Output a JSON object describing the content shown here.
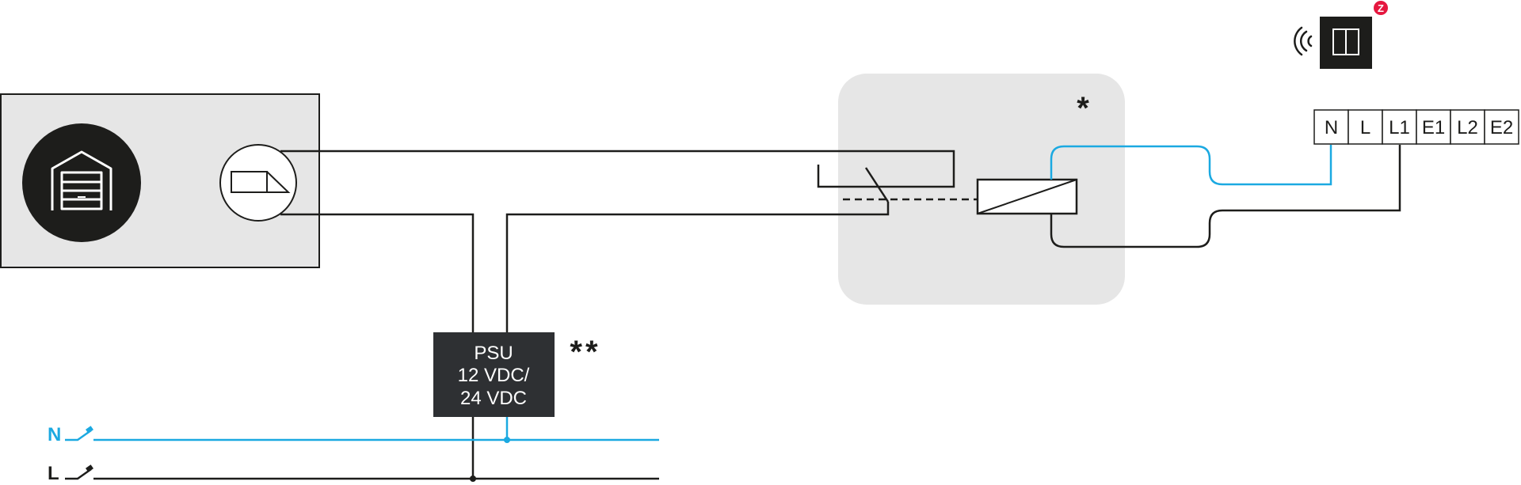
{
  "colors": {
    "wire_black": "#1d1d1b",
    "wire_blue": "#1ba9e1",
    "panel_gray": "#e6e6e6",
    "module_dark": "#2e3033",
    "device_black": "#1d1d1b",
    "zwave_red": "#e5173f"
  },
  "icons": {
    "garage": "garage-door-icon",
    "sensor": "door-sensor-icon",
    "signal": "wireless-signal-icon",
    "zwave": "z-wave-logo-icon",
    "device": "double-switch-device-icon"
  },
  "module_marker": "*",
  "psu": {
    "line1": "PSU",
    "line2": "12 VDC/",
    "line3": "24 VDC",
    "marker": "**"
  },
  "zwave_letter": "Z",
  "terminals": [
    "N",
    "L",
    "L1",
    "E1",
    "L2",
    "E2"
  ],
  "mains": {
    "neutral_label": "N",
    "line_label": "L"
  }
}
